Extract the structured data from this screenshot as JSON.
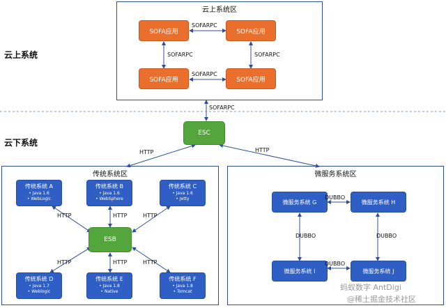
{
  "labels": {
    "cloud_side": "云上系统",
    "onprem_side": "云下系统"
  },
  "cloud_region": {
    "title": "云上系统区",
    "app_label": "SOFA应用",
    "rpc_label": "SOFARPC"
  },
  "esc": {
    "label": "ESC",
    "up_label": "SOFARPC",
    "http_label": "HTTP"
  },
  "traditional_region": {
    "title": "传统系统区",
    "systems": [
      {
        "name": "传统系统 A",
        "details": [
          "Java 1.6",
          "WebLogic"
        ]
      },
      {
        "name": "传统系统 B",
        "details": [
          "Java 1.6",
          "WebSphere"
        ]
      },
      {
        "name": "传统系统 C",
        "details": [
          "Java 1.6",
          "Jetty"
        ]
      },
      {
        "name": "传统系统 D",
        "details": [
          "Java 1.7",
          "Weblogic"
        ]
      },
      {
        "name": "传统系统 E",
        "details": [
          "Java 1.8",
          "Native"
        ]
      },
      {
        "name": "传统系统 F",
        "details": [
          "Java 1.8",
          "Tomcat"
        ]
      }
    ],
    "esb_label": "ESB",
    "http_label": "HTTP"
  },
  "micro_region": {
    "title": "微服务系统区",
    "systems": [
      "微服务系统 G",
      "微服务系统 H",
      "微服务系统 I",
      "微服务系统 J"
    ],
    "dubbo_label": "DUBBO"
  },
  "watermark": "@稀土掘金技术社区",
  "watermark2": "蚂蚁数字 AntDigi",
  "colors": {
    "orange": "#ea6f2c",
    "green": "#54a63c",
    "blue": "#2f5fc4",
    "border": "#2f4f9c"
  }
}
